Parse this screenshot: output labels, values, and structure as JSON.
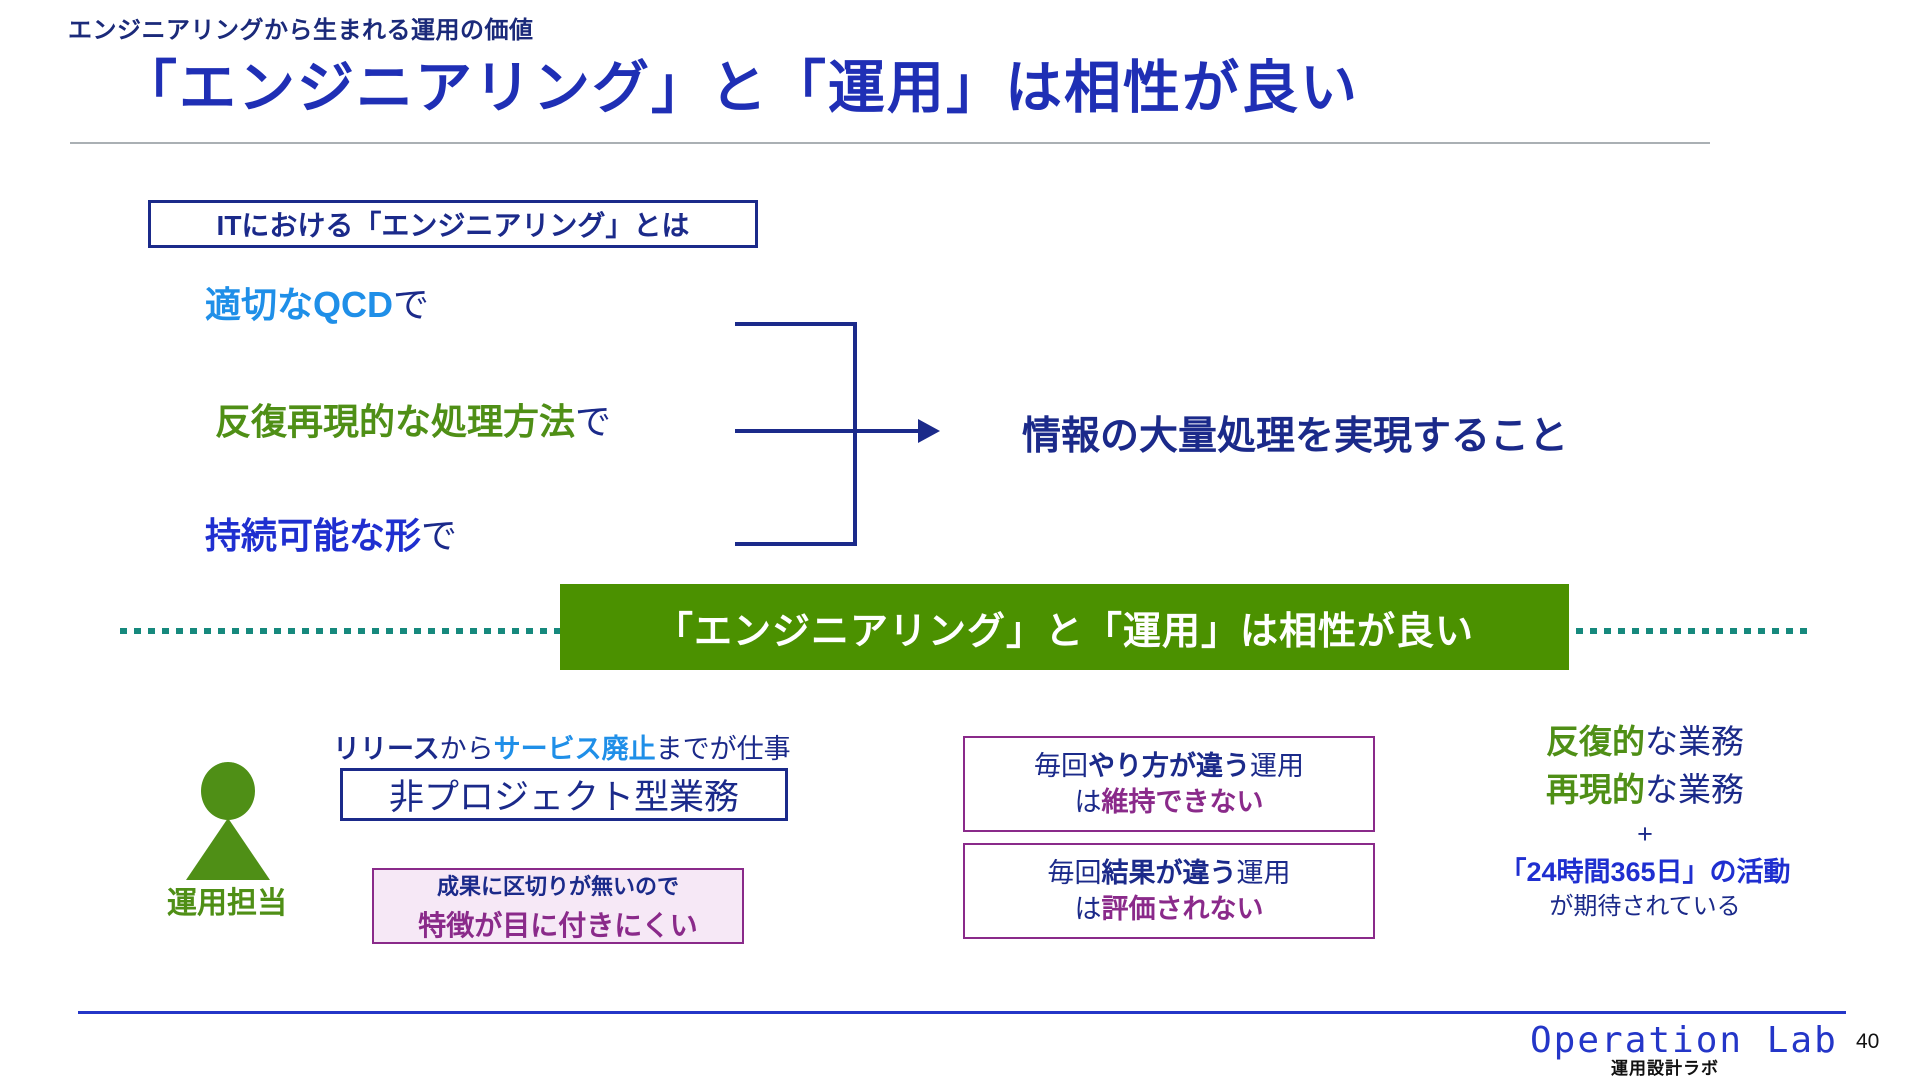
{
  "header": {
    "eyebrow": "エンジニアリングから生まれる運用の価値",
    "title": "「エンジニアリング」と「運用」は相性が良い"
  },
  "section": {
    "label": "ITにおける「エンジニアリング」とは"
  },
  "conditions": [
    {
      "highlight": "適切なQCD",
      "tail": "で",
      "highlight_color": "#1f8fe8"
    },
    {
      "highlight": "反復再現的な処理方法",
      "tail": "で",
      "highlight_color": "#4f8f16"
    },
    {
      "highlight": "持続可能な形",
      "tail": "で",
      "highlight_color": "#1f2fd0"
    }
  ],
  "result": {
    "text": "情報の大量処理を実現すること"
  },
  "banner": {
    "text": "「エンジニアリング」と「運用」は相性が良い",
    "background_color": "#4b9100",
    "text_color": "#ffffff",
    "dotted_line_color": "#16897d"
  },
  "bottom_left": {
    "person_label": "運用担当",
    "person_color": "#4f8f16",
    "release_line": {
      "part1": "リリース",
      "part2": "から",
      "part3": "サービス廃止",
      "part4": "までが仕事"
    },
    "nonproject_box": "非プロジェクト型業務",
    "feature_box": {
      "line1": "成果に区切りが無いので",
      "line2": "特徴が目に付きにくい"
    }
  },
  "middle_boxes": [
    {
      "row1_a": "毎回",
      "row1_b": "やり方が違う",
      "row1_c": "運用",
      "row2_a": "は",
      "row2_b": "維持できない"
    },
    {
      "row1_a": "毎回",
      "row1_b": "結果が違う",
      "row1_c": "運用",
      "row2_a": "は",
      "row2_b": "評価されない"
    }
  ],
  "right_column": {
    "line1_a": "反復的",
    "line1_b": "な業務",
    "line2_a": "再現的",
    "line2_b": "な業務",
    "plus": "+",
    "line3": "「24時間365日」の活動",
    "line4": "が期待されている"
  },
  "footer": {
    "brand": "Operation Lab",
    "brand_sub": "運用設計ラボ",
    "page_number": "40",
    "brand_color": "#2436c8"
  }
}
